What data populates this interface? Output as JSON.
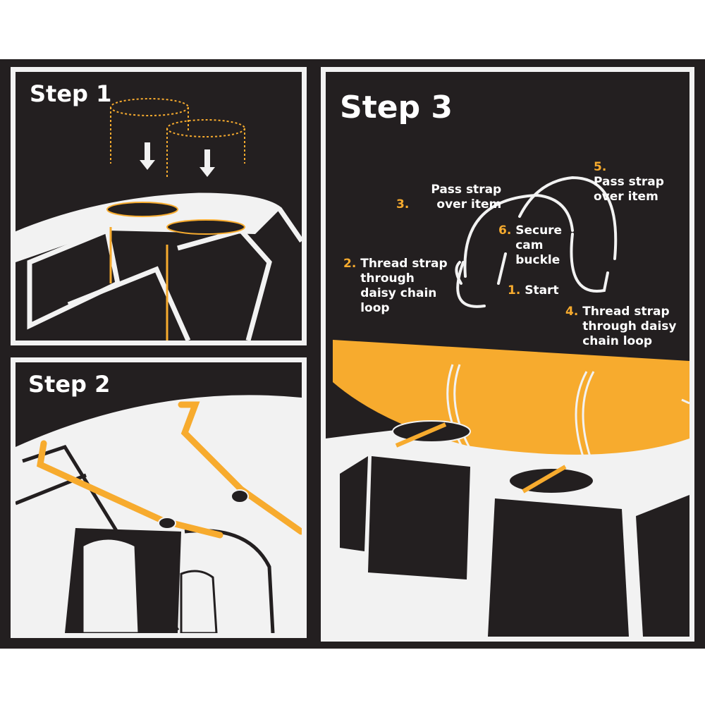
{
  "colors": {
    "background": "#231f20",
    "accent": "#f7ab2e",
    "line": "#f2f2f2"
  },
  "step1": {
    "title": "Step 1"
  },
  "step2": {
    "title": "Step 2"
  },
  "step3": {
    "title": "Step 3",
    "labels": [
      {
        "num": "1.",
        "text": "Start"
      },
      {
        "num": "2.",
        "text": "Thread strap through daisy chain loop"
      },
      {
        "num": "3.",
        "text": "Pass strap over item"
      },
      {
        "num": "4.",
        "text": "Thread strap through daisy chain loop"
      },
      {
        "num": "5.",
        "text": "Pass strap over item"
      },
      {
        "num": "6.",
        "text": "Secure cam buckle"
      }
    ]
  }
}
